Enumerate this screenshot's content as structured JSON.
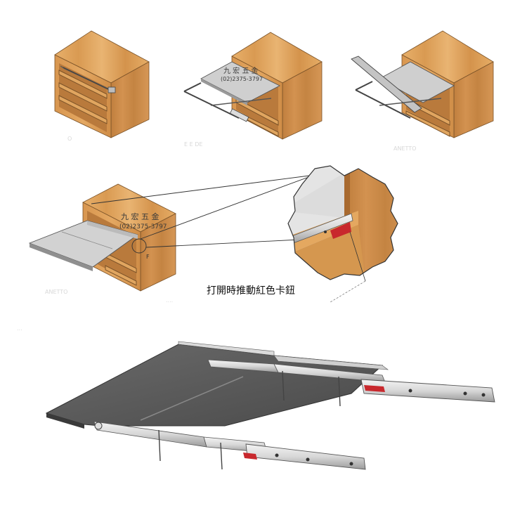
{
  "stamp": {
    "line1": "九 宏 五 金",
    "line2": "(02)2375-3797"
  },
  "detail_marker": "F",
  "callout": "打開時推動紅色卡鈕",
  "colors": {
    "wood": "#e0a55f",
    "wood_dark": "#b9793d",
    "wood_side": "#c98a48",
    "panel_gray": "#c8c8c8",
    "board_dark": "#555555",
    "rail_light": "#e6e6e6",
    "rail_edge": "#6a6a6a",
    "clip_red": "#c8282d"
  }
}
